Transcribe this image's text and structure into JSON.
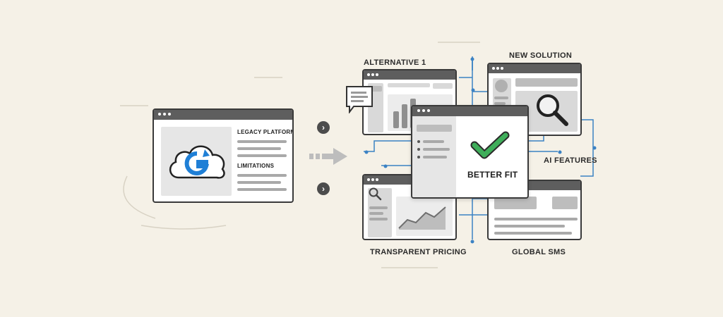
{
  "labels": {
    "legacy_platform": "LEGACY PLATFORM",
    "limitations": "LIMITATIONS",
    "alternative_1": "ALTERNATIVE 1",
    "new_solution": "NEW SOLUTION",
    "better_fit": "BETTER FIT",
    "ai_features": "AI FEATURES",
    "transparent_pricing": "TRANSPARENT PRICING",
    "global_sms": "GLOBAL SMS"
  },
  "colors": {
    "background": "#f5f1e7",
    "accent_blue": "#3b82c4",
    "check_green": "#3fae5a",
    "logo_blue": "#1f7fd6",
    "window_border": "#3a3a3a"
  },
  "icons": {
    "logo": "cloud-g-logo-icon",
    "chevron": "chevron-right-icon",
    "check": "checkmark-icon",
    "search": "magnifier-icon",
    "chat": "chat-bubble-icon"
  }
}
